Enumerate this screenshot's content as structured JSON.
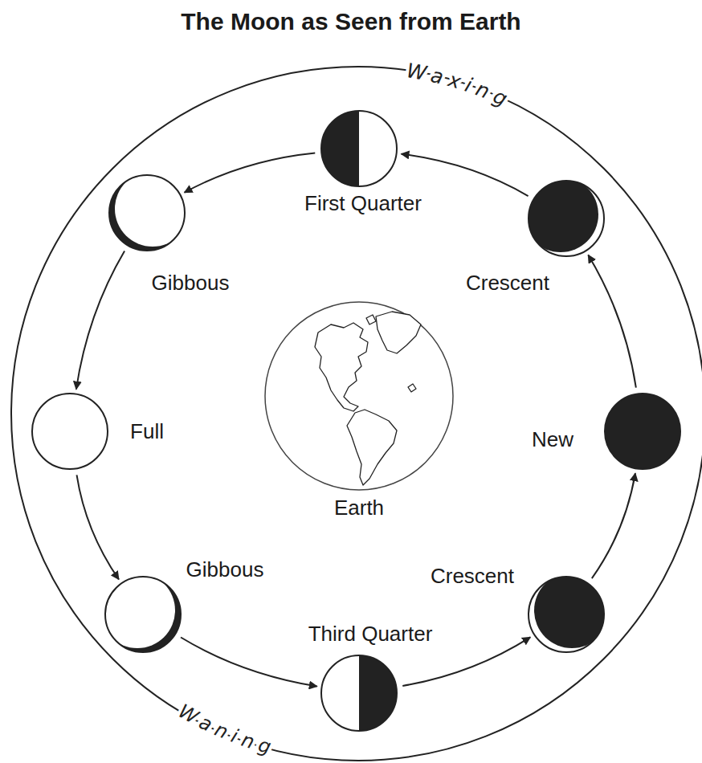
{
  "diagram": {
    "title": "The Moon as Seen from Earth",
    "nodes": [
      {
        "text": [
          "First Quarter"
        ]
      },
      {
        "text": [
          "Gibbous"
        ]
      },
      {
        "text": [
          "Crescent"
        ]
      },
      {
        "text": [
          "Full"
        ]
      },
      {
        "text": [
          "New"
        ]
      },
      {
        "text": [
          "Earth"
        ]
      },
      {
        "text": [
          "Gibbous"
        ]
      },
      {
        "text": [
          "Crescent"
        ]
      },
      {
        "text": [
          "Third Quarter"
        ]
      }
    ],
    "edges": [
      {
        "from": 4,
        "to": 2,
        "arrow": "to"
      },
      {
        "from": 2,
        "to": 0,
        "arrow": "to"
      },
      {
        "from": 0,
        "to": 1,
        "arrow": "to"
      },
      {
        "from": 1,
        "to": 3,
        "arrow": "to"
      },
      {
        "from": 3,
        "to": 6,
        "arrow": "to"
      },
      {
        "from": 6,
        "to": 8,
        "arrow": "to"
      },
      {
        "from": 8,
        "to": 7,
        "arrow": "to"
      },
      {
        "from": 7,
        "to": 4,
        "arrow": "to"
      }
    ],
    "labels": [
      "Waxing",
      "Waning"
    ]
  }
}
